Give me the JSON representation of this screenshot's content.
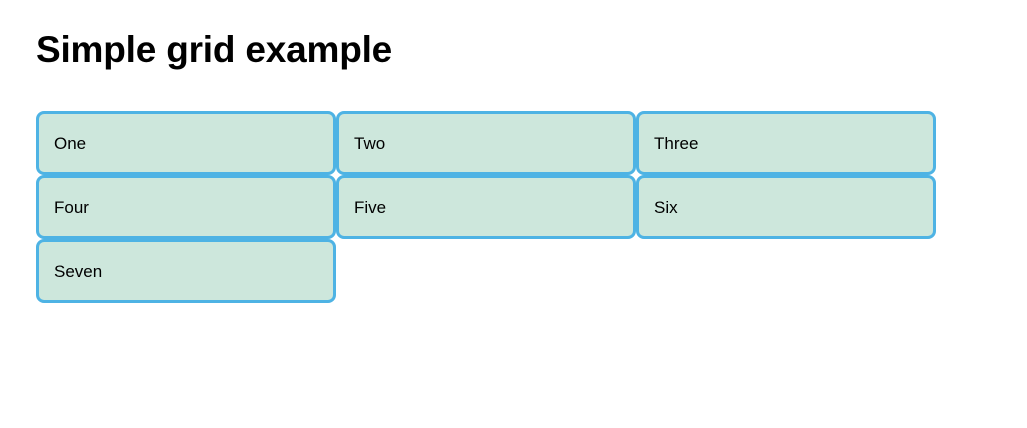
{
  "page": {
    "title": "Simple grid example",
    "background_color": "#ffffff",
    "text_color": "#000000"
  },
  "grid": {
    "columns": 3,
    "rows": 3,
    "item_background_color": "#cde7dc",
    "item_border_color": "#4eb3e4",
    "items": [
      {
        "label": "One"
      },
      {
        "label": "Two"
      },
      {
        "label": "Three"
      },
      {
        "label": "Four"
      },
      {
        "label": "Five"
      },
      {
        "label": "Six"
      },
      {
        "label": "Seven"
      }
    ]
  }
}
